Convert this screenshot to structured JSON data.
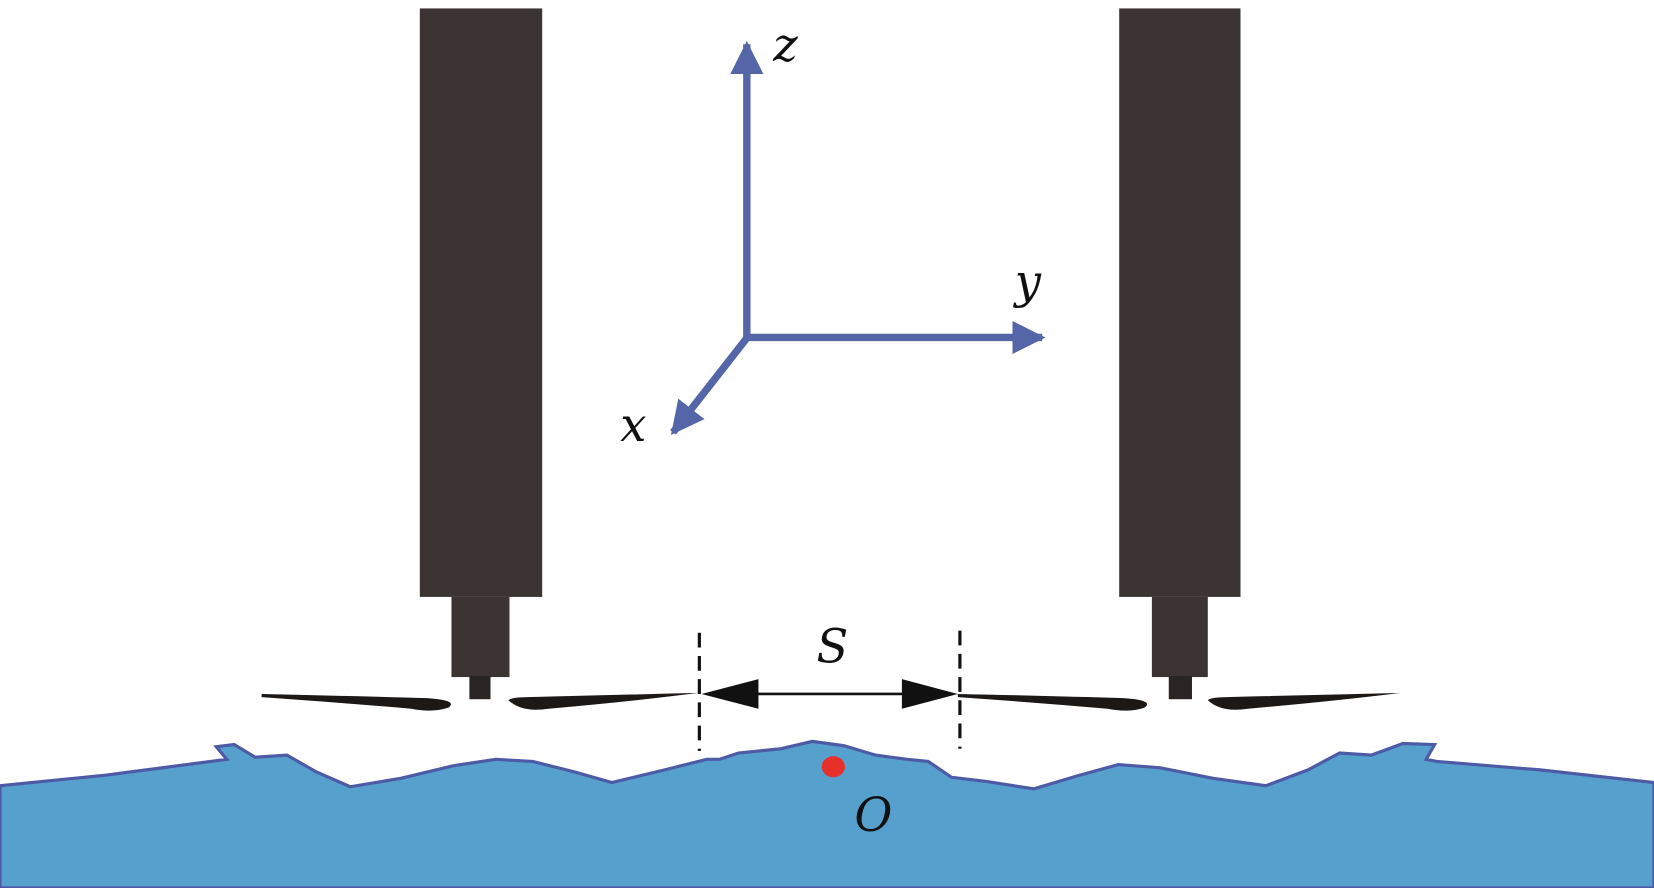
{
  "labels": {
    "z_axis": "z",
    "y_axis": "y",
    "x_axis": "x",
    "spacing": "S",
    "origin": "O"
  },
  "colors": {
    "tower": "#3b3432",
    "axis": "#5566a8",
    "water_fill": "#55a0cc",
    "water_outline": "#4d5aa6",
    "origin_dot": "#e8302a",
    "propeller": "#1c1816"
  }
}
